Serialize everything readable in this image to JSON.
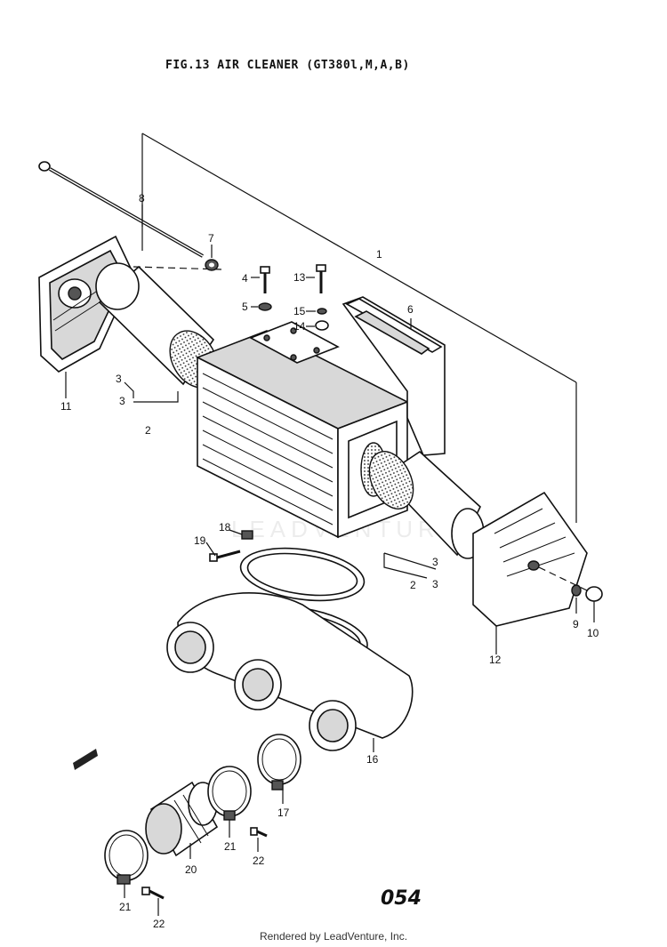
{
  "header": {
    "title": "FIG.13  AIR CLEANER (GT380l,M,A,B)"
  },
  "sheet_number": "054",
  "footer": {
    "text": "Rendered by LeadVenture, Inc."
  },
  "watermark": "LEADVENTURE",
  "callouts": [
    "1",
    "2",
    "2",
    "3",
    "3",
    "3",
    "3",
    "4",
    "5",
    "6",
    "7",
    "8",
    "9",
    "10",
    "11",
    "12",
    "13",
    "14",
    "15",
    "16",
    "17",
    "18",
    "19",
    "20",
    "21",
    "21",
    "22",
    "22"
  ]
}
